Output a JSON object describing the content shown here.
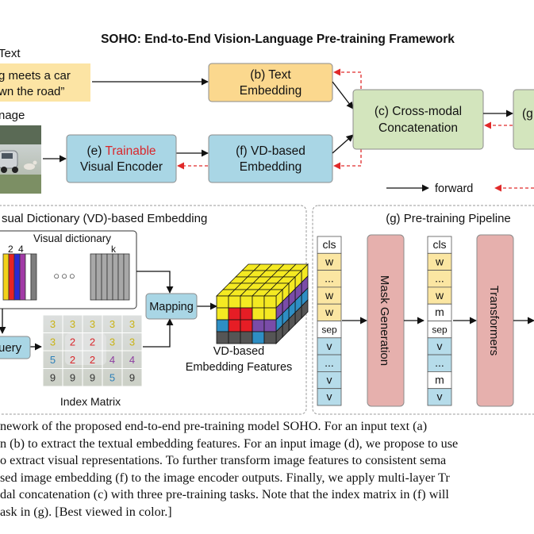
{
  "title": "SOHO: End-to-End Vision-Language Pre-training Framework",
  "top": {
    "text_label": "Text",
    "text_line1": "g meets a car",
    "text_line2": "wn the road”",
    "image_label": "nage",
    "text_embedding": {
      "line1": "(b) Text",
      "line2": "Embedding"
    },
    "visual_encoder": {
      "prefix": "(e) ",
      "highlight": "Trainable",
      "line2": "Visual Encoder"
    },
    "vd_embedding": {
      "line1": "(f) VD-based",
      "line2": "Embedding"
    },
    "cross_modal": {
      "line1": "(c) Cross-modal",
      "line2": "Concatenation"
    },
    "right_box_fragment": "(g",
    "legend_forward": "forward"
  },
  "vd": {
    "title": "sual Dictionary (VD)-based Embedding",
    "dict_label": "Visual dictionary",
    "dict_numbers": [
      "2",
      "4"
    ],
    "dict_k": "k",
    "ellipsis": "○○○",
    "query": "uery",
    "mapping": "Mapping",
    "index_matrix_label": "Index Matrix",
    "index_matrix": [
      [
        "3",
        "3",
        "3",
        "3",
        "3"
      ],
      [
        "3",
        "2",
        "2",
        "3",
        "3"
      ],
      [
        "5",
        "2",
        "2",
        "4",
        "4"
      ],
      [
        "9",
        "9",
        "9",
        "5",
        "9"
      ]
    ],
    "features_line1": "VD-based",
    "features_line2": "Embedding Features"
  },
  "pipeline": {
    "title": "(g) Pre-training Pipeline",
    "input_tokens": [
      "cls",
      "w",
      "...",
      "w",
      "w",
      "sep",
      "v",
      "...",
      "v",
      "v"
    ],
    "masked_tokens": [
      "cls",
      "w",
      "...",
      "w",
      "m",
      "sep",
      "v",
      "...",
      "m",
      "v"
    ],
    "mask_generation": "Mask Generation",
    "transformers": "Transformers"
  },
  "caption_lines": [
    "nework of the proposed end-to-end pre-training model SOHO. For an input text (a)",
    "n (b) to extract the textual embedding features. For an input image (d), we propose to use",
    "o extract visual representations. To further transform image features to consistent sema",
    "sed image embedding (f) to the image encoder outputs. Finally, we apply multi-layer Tr",
    "dal concatenation (c) with three pre-training tasks. Note that the index matrix in (f) will",
    "ask in (g). [Best viewed in color.]"
  ],
  "colors": {
    "text_box": "#fce4a4",
    "orange_box": "#fbd88e",
    "blue_box": "#a9d6e5",
    "green_box": "#d3e5bd",
    "pink_box": "#e6b0ad",
    "token_white": "#ffffff",
    "token_yellow": "#fbe6a2",
    "token_blue": "#b6dcea",
    "red_text": "#d9262b",
    "red_arrow": "#e02a2a"
  }
}
